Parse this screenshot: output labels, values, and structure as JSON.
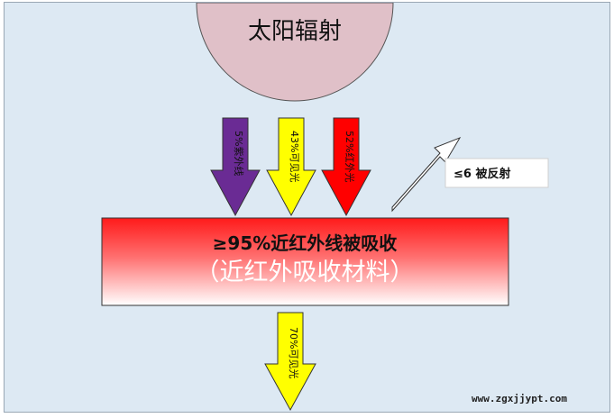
{
  "diagram": {
    "sun_label": "太阳辐射",
    "incoming": [
      {
        "label": "5%紫外线",
        "color": "#6a2b94"
      },
      {
        "label": "43%可见光",
        "color": "#ffff00"
      },
      {
        "label": "52%红外光",
        "color": "#ff0000"
      }
    ],
    "absorb_line1": "≥95%近红外线被吸收",
    "absorb_line2": "（近红外吸收材料）",
    "reflect_label": "≤6 被反射",
    "transmit_label": "70%可见光",
    "watermark": "www.zgxjjypt.com"
  },
  "colors": {
    "background": "#dde9f3",
    "sun_fill": "#e0c0c8",
    "box_red": "#ff1a1a",
    "ultraviolet": "#6a2b94",
    "visible": "#ffff00",
    "infrared": "#ff0000"
  }
}
